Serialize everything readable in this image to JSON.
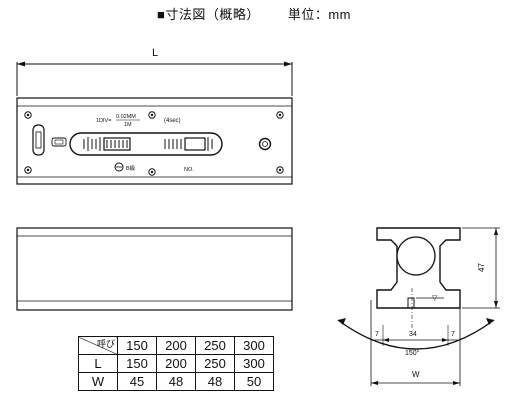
{
  "header": {
    "title": "■寸法図（概略）",
    "unit": "単位：mm"
  },
  "top_view": {
    "length_label": "L",
    "div_label": "1DIV=",
    "div_value": "0.02MM",
    "div_per": "1M",
    "sec_label": "(4sec)",
    "b_label": "B級",
    "no_label": "NO."
  },
  "side_view": {
    "height_label": "47",
    "width_label": "W",
    "inner_width": "34",
    "left_margin": "7",
    "right_margin": "7",
    "angle": "150°",
    "depth_mark": "▽"
  },
  "table": {
    "corner_label": "呼び",
    "header": [
      "150",
      "200",
      "250",
      "300"
    ],
    "rows": [
      {
        "label": "L",
        "values": [
          "150",
          "200",
          "250",
          "300"
        ]
      },
      {
        "label": "W",
        "values": [
          "45",
          "48",
          "48",
          "50"
        ]
      }
    ]
  }
}
